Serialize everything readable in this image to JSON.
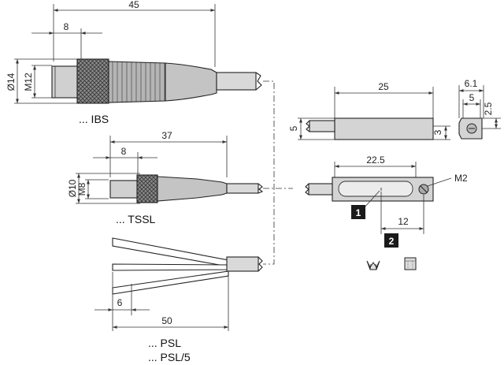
{
  "variants": {
    "ibs": {
      "caption": "... IBS",
      "dim_overall": "45",
      "dim_thread_len": "8",
      "dim_outer_dia": "Ø14",
      "dim_thread": "M12"
    },
    "tssl": {
      "caption": "... TSSL",
      "dim_overall": "37",
      "dim_thread_len": "8",
      "dim_outer_dia": "Ø10",
      "dim_thread": "M8"
    },
    "psl": {
      "caption1": "... PSL",
      "caption2": "... PSL/5",
      "dim_strip": "6",
      "dim_length": "50"
    }
  },
  "sensor": {
    "dim_length": "25",
    "dim_height": "5",
    "dim_cable_height": "3",
    "dim_width": "6.1",
    "dim_width_inner": "5",
    "dim_end_height": "2.5",
    "dim_slot": "22.5",
    "dim_offset": "12",
    "screw": "M2",
    "marker_1": "1",
    "marker_2": "2"
  },
  "colors": {
    "line": "#222222",
    "knurl_fill": "#6b6b6b",
    "body_fill": "#c9c9c9",
    "cable_fill": "#d9d9d9",
    "marker_fill": "#1a1a1a"
  }
}
